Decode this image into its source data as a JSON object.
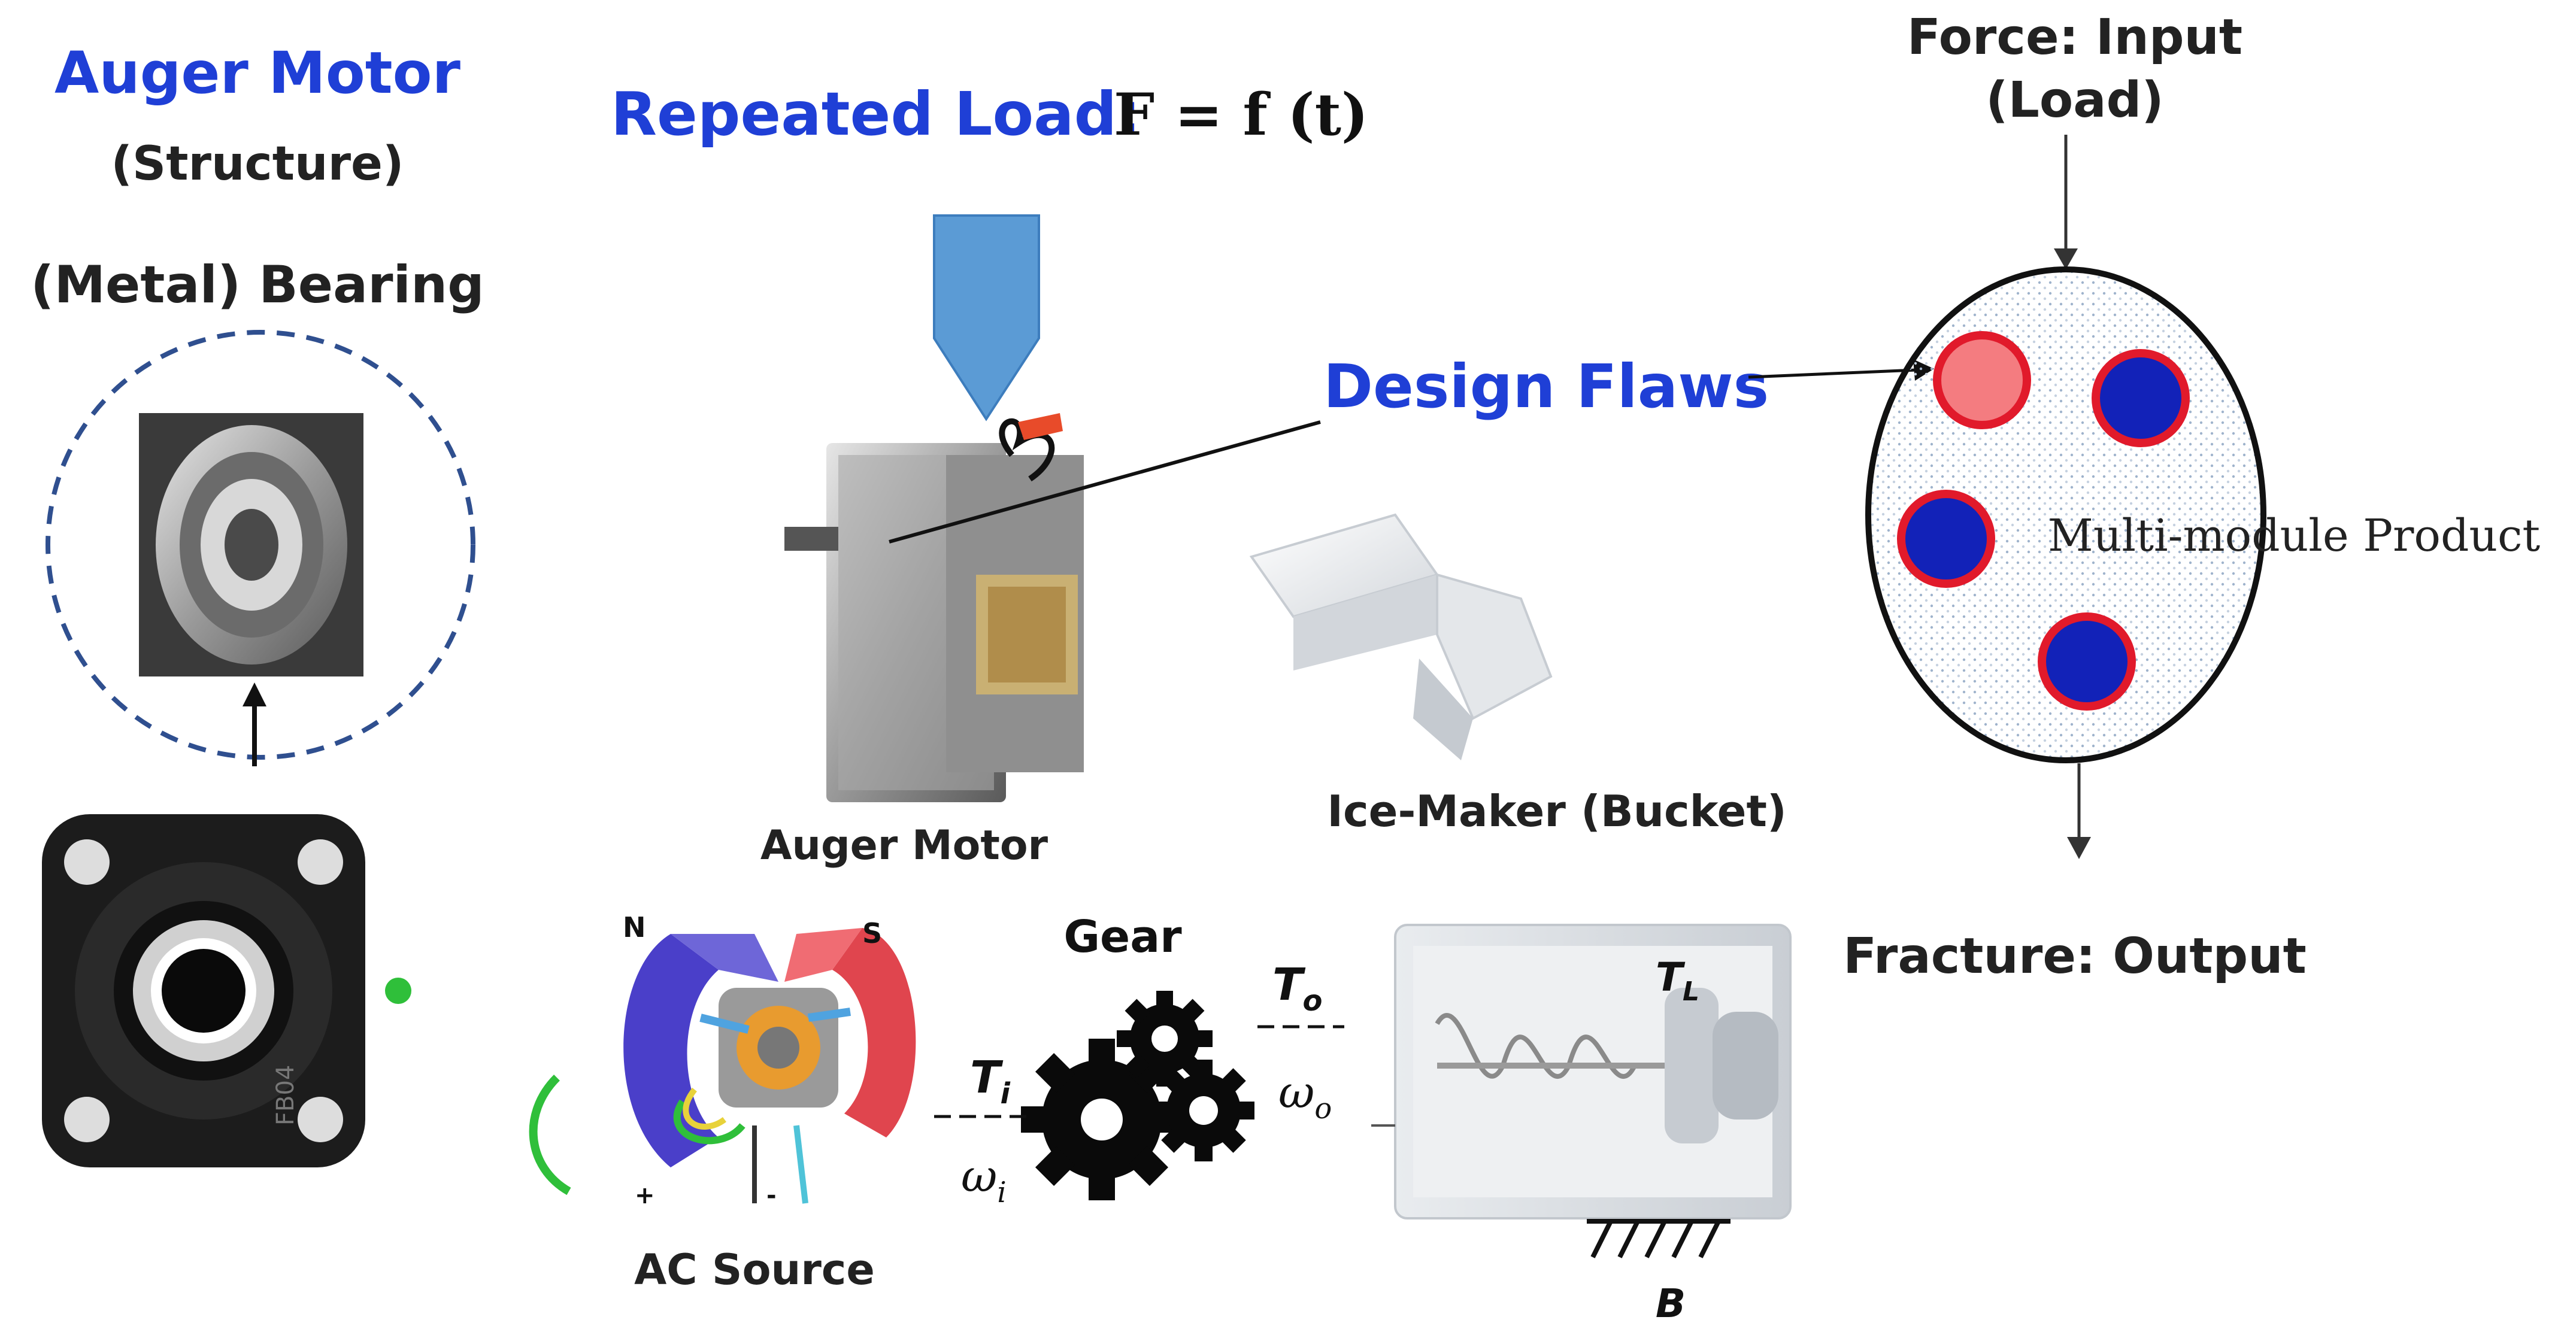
{
  "labels": {
    "auger_motor_title": "Auger Motor",
    "structure": "(Structure)",
    "metal_bearing": "(Metal) Bearing",
    "repeated_load": "Repeated Load:",
    "load_formula": "F = f (t)",
    "design_flaws": "Design Flaws",
    "force_input_line1": "Force: Input",
    "force_input_line2": "(Load)",
    "multi_module_product": "Multi-module Product",
    "auger_motor_caption": "Auger Motor",
    "ice_maker": "Ice-Maker (Bucket)",
    "fracture_output": "Fracture: Output",
    "gear": "Gear",
    "ac_source": "AC Source",
    "north": "N",
    "south": "S",
    "t_i_main": "T",
    "t_i_sub": "i",
    "omega_i_main": "ω",
    "omega_i_sub": "i",
    "t_o_main": "T",
    "t_o_sub": "o",
    "omega_o_main": "ω",
    "omega_o_sub": "o",
    "t_l_main": "T",
    "t_l_sub": "L",
    "b_label": "B",
    "bearing_engraving": "FB04",
    "plus_sign": "+",
    "minus_sign": "-"
  },
  "colors": {
    "accent_blue": "#1f3fd6",
    "arrow_blue": "#5b9bd5",
    "module_red": "#e11a2b",
    "module_blue": "#1222b8",
    "module_pink": "#f47c80",
    "dashed_circle": "#2f4f8f"
  },
  "icons": {
    "load_arrow": "down-arrow-icon",
    "gears": "gear-icon",
    "motor": "motor-icon",
    "bearing": "bearing-icon"
  }
}
